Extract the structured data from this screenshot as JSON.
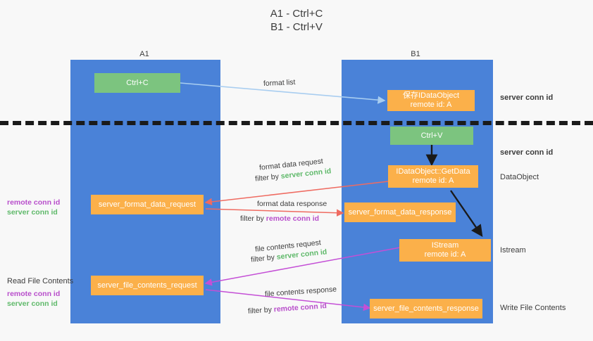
{
  "title": "A1 - Ctrl+C\nB1 - Ctrl+V",
  "columns": [
    {
      "name": "A1",
      "role": "remote"
    },
    {
      "name": "B1",
      "role": "connection"
    }
  ],
  "colors": {
    "panel": "#4a82d8",
    "green_node": "#7cc47f",
    "orange_node": "#fbb04a",
    "server_conn": "#5fb96a",
    "remote_conn": "#b84ecb",
    "arrow_blue": "#a8cdf0",
    "arrow_red": "#ef6b61",
    "arrow_purple": "#c44fd6",
    "arrow_black": "#1a1a1a",
    "background": "#f8f8f8",
    "text": "#3c3c3c"
  },
  "nodes": {
    "ctrl_c": "Ctrl+C",
    "ctrl_v": "Ctrl+V",
    "save_idataobject": "保存IDataObject\nremote id: A",
    "getdata": "IDataObject::GetData\nremote id: A",
    "istream": "IStream\nremote id: A",
    "server_format_data_request": "server_format_data_request",
    "server_format_data_response": "server_format_data_response",
    "server_file_contents_request": "server_file_contents_request",
    "server_file_contents_response": "server_file_contents_response"
  },
  "edge_labels": {
    "format_list": "format list",
    "format_data_request": "format data request",
    "format_data_request_filter_prefix": "filter by ",
    "format_data_request_filter_value": "server conn id",
    "format_data_response": "format data response",
    "format_data_response_filter_prefix": "filter by ",
    "format_data_response_filter_value": "remote conn id",
    "file_contents_request": "file contents request",
    "file_contents_request_filter_prefix": "filter by ",
    "file_contents_request_filter_value": "server conn id",
    "file_contents_response": "file contents response",
    "file_contents_response_filter_prefix": "filter by ",
    "file_contents_response_filter_value": "remote conn id"
  },
  "annotations": {
    "right": {
      "server_conn_id_top": "server conn id",
      "server_conn_id_mid": "server conn id",
      "dataobject": "DataObject",
      "istream": "Istream",
      "write_file_contents": "Write File Contents"
    },
    "left": {
      "remote_conn_id_1": "remote conn id",
      "server_conn_id_1": "server conn id",
      "read_file_contents": "Read File Contents",
      "remote_conn_id_2": "remote conn id",
      "server_conn_id_2": "server conn id"
    }
  }
}
